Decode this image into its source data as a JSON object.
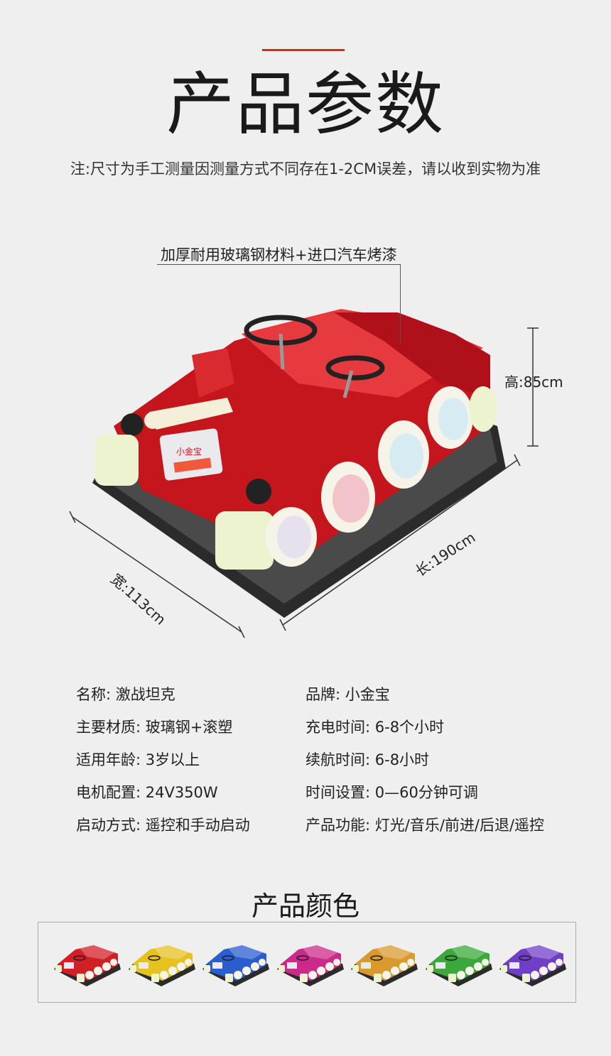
{
  "header": {
    "title": "产品参数",
    "note": "注:尺寸为手工测量因测量方式不同存在1-2CM误差，请以收到实物为准"
  },
  "product_image": {
    "feature_callout": "加厚耐用玻璃钢材料+进口汽车烤漆",
    "plate_text": "小金宝",
    "height_label": "高:85cm",
    "width_label": "宽:113cm",
    "length_label": "长:190cm",
    "colors": {
      "body": "#c4161c",
      "wheel": "#f6f4e8",
      "base": "#2b2b2b"
    }
  },
  "specs": {
    "left": [
      "名称: 激战坦克",
      "主要材质: 玻璃钢+滚塑",
      "适用年龄: 3岁以上",
      "电机配置: 24V350W",
      "启动方式: 遥控和手动启动"
    ],
    "right": [
      "品牌: 小金宝",
      "充电时间: 6-8个小时",
      "续航时间: 6-8小时",
      "时间设置: 0—60分钟可调",
      "产品功能: 灯光/音乐/前进/后退/遥控"
    ]
  },
  "colors_section": {
    "title": "产品颜色",
    "swatches": [
      "#d21f26",
      "#e5c21f",
      "#2a5ecf",
      "#cc2a8a",
      "#d89a2e",
      "#3aa83a",
      "#6f3fc8"
    ]
  }
}
